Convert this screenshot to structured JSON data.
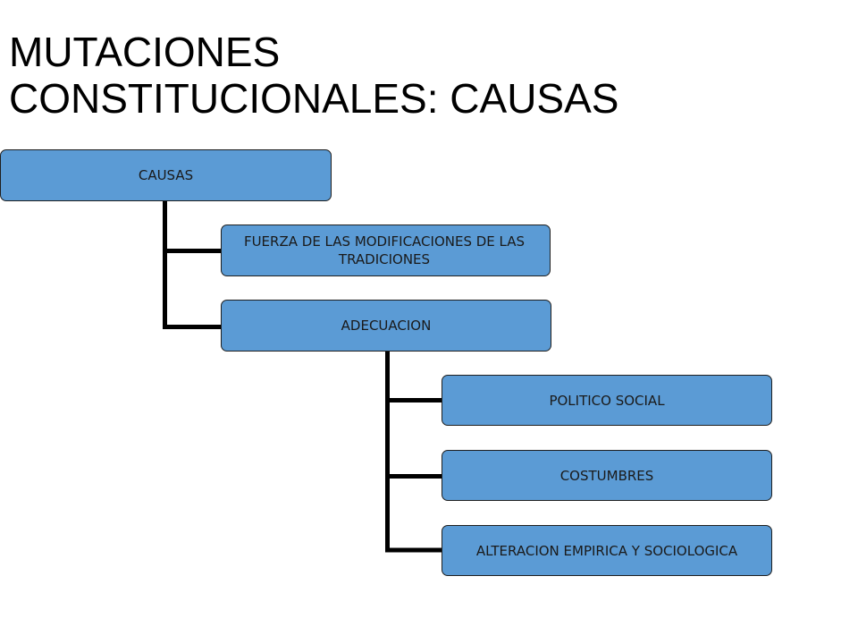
{
  "title": {
    "line1": "MUTACIONES",
    "line2": "CONSTITUCIONALES: CAUSAS"
  },
  "diagram": {
    "root": "CAUSAS",
    "level1": [
      "FUERZA DE LAS MODIFICACIONES DE LAS TRADICIONES",
      "ADECUACION"
    ],
    "level2": [
      "POLITICO SOCIAL",
      "COSTUMBRES",
      "ALTERACION EMPIRICA Y SOCIOLOGICA"
    ],
    "colors": {
      "node_fill": "#5b9bd5",
      "node_border": "#1f1f1f",
      "connector": "#000000",
      "text": "#1a1a1a"
    }
  }
}
